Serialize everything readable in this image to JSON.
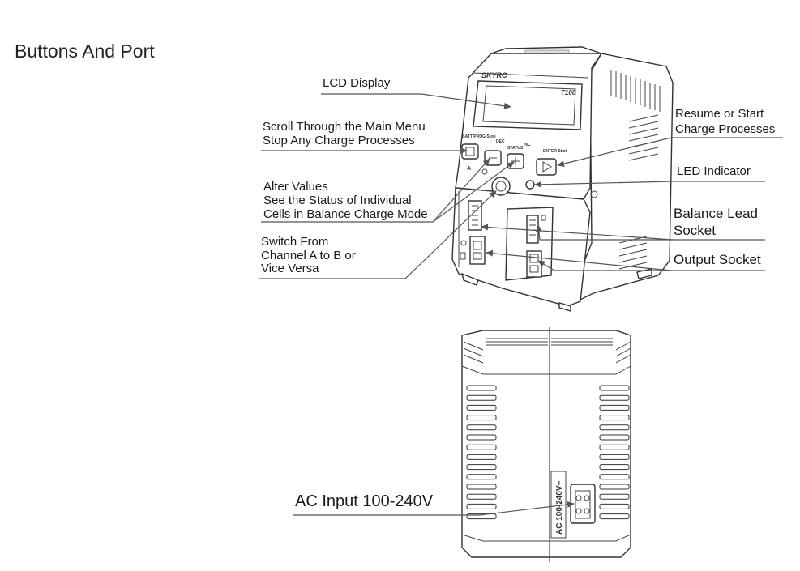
{
  "page": {
    "heading": "Buttons And Port"
  },
  "device": {
    "brand": "SKYRC",
    "model": "T100",
    "button_labels": {
      "battype_stop": "BATT/PROG Stop",
      "dec": "DEC",
      "inc": "INC",
      "status": "STATUS",
      "enter_start": "ENTER Start",
      "channel": "A"
    },
    "rear_label": "AC 100-240V~"
  },
  "callouts": {
    "lcd": [
      "LCD Display"
    ],
    "scroll": [
      "Scroll Through the Main Menu",
      "Stop Any Charge Processes"
    ],
    "alter": [
      "Alter Values",
      "See the Status of Individual",
      "Cells in Balance Charge Mode"
    ],
    "switch": [
      "Switch From",
      "Channel A to B or",
      "Vice Versa"
    ],
    "resume": [
      "Resume or Start",
      "Charge Processes"
    ],
    "led": [
      "LED Indicator"
    ],
    "balance": [
      "Balance Lead",
      "Socket"
    ],
    "output": [
      "Output Socket"
    ],
    "ac": [
      "AC Input 100-240V"
    ]
  }
}
